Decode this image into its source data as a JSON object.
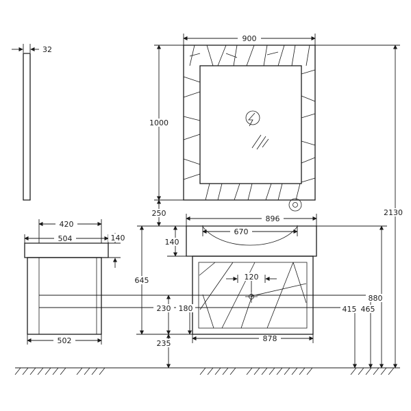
{
  "drawing": {
    "type": "bathroom vanity and mirror installation drawing",
    "labels": {
      "mirror_thickness": "32",
      "mirror_width": "900",
      "mirror_height": "1000",
      "mirror_to_basin_gap": "250",
      "overall_height": "2130",
      "basin_width": "896",
      "basin_inner_width": "670",
      "basin_height_front": "140",
      "basin_height_side": "140",
      "vanity_assembly_height": "645",
      "faucet_offset": "120",
      "upper_connection_offset": "230",
      "lower_connection_offset": "180",
      "cabinet_width": "878",
      "lower_connection_height": "415",
      "upper_connection_height": "465",
      "basin_top_height": "880",
      "floor_clearance": "235",
      "cabinet_depth": "420",
      "basin_depth": "504",
      "cabinet_bottom_depth": "502"
    }
  }
}
